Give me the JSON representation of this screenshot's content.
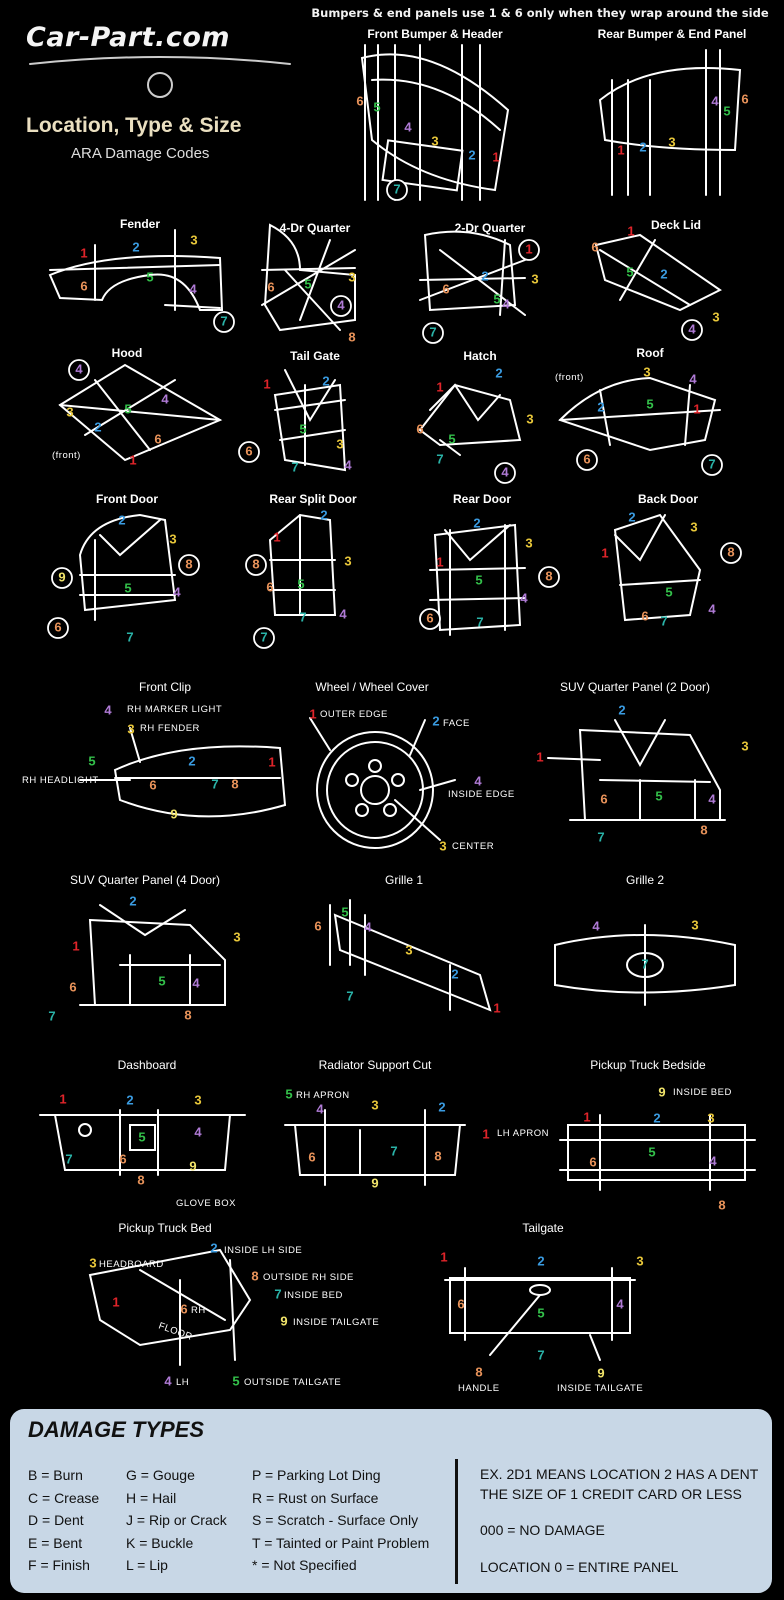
{
  "header": {
    "note": "Bumpers & end panels use 1 & 6 only when they wrap around the side",
    "logo": "Car-Part.com",
    "title": "Location, Type & Size",
    "subtitle": "ARA Damage Codes"
  },
  "colors": {
    "1": "#e0242a",
    "2": "#3a9be0",
    "3": "#e8c73a",
    "4": "#b07bd6",
    "5": "#33c04a",
    "6": "#e9935a",
    "7": "#2ab3a8",
    "8": "#e8935a",
    "9": "#f1e46a"
  },
  "panels": {
    "front_bumper": "Front Bumper & Header",
    "rear_bumper": "Rear Bumper & End Panel",
    "fender": "Fender",
    "quarter4": "4-Dr Quarter",
    "quarter2": "2-Dr Quarter",
    "deck_lid": "Deck Lid",
    "hood": "Hood",
    "tail_gate": "Tail Gate",
    "hatch": "Hatch",
    "roof": "Roof",
    "front_door": "Front Door",
    "rear_split_door": "Rear Split Door",
    "rear_door": "Rear Door",
    "back_door": "Back Door",
    "front_clip": "Front Clip",
    "wheel": "Wheel / Wheel Cover",
    "suv2": "SUV Quarter Panel (2 Door)",
    "suv4": "SUV Quarter Panel (4 Door)",
    "grille1": "Grille 1",
    "grille2": "Grille 2",
    "dashboard": "Dashboard",
    "radiator": "Radiator Support Cut",
    "bedside": "Pickup Truck Bedside",
    "truck_bed": "Pickup Truck Bed",
    "tailgate": "Tailgate"
  },
  "annotations": {
    "front": "(front)",
    "rh_marker_light": "RH MARKER LIGHT",
    "rh_fender": "RH FENDER",
    "rh_headlight": "RH HEADLIGHT",
    "outer_edge": "OUTER EDGE",
    "face": "FACE",
    "inside_edge": "INSIDE EDGE",
    "center": "CENTER",
    "glove_box": "GLOVE BOX",
    "rh_apron": "RH APRON",
    "lh_apron": "LH APRON",
    "inside_bed": "INSIDE BED",
    "inside_lh_side": "INSIDE LH SIDE",
    "headboard": "HEADBOARD",
    "outside_rh_side": "OUTSIDE RH SIDE",
    "inside_bed_truck": "INSIDE BED",
    "inside_tailgate": "INSIDE TAILGATE",
    "outside_tailgate": "OUTSIDE TAILGATE",
    "rh": "RH",
    "lh": "LH",
    "floor": "FLOOR",
    "handle": "HANDLE",
    "inside_tailgate2": "INSIDE TAILGATE"
  },
  "legend": {
    "title": "DAMAGE TYPES",
    "col1": [
      "B = Burn",
      "C = Crease",
      "D = Dent",
      "E = Bent",
      "F = Finish"
    ],
    "col2": [
      "G = Gouge",
      "H = Hail",
      "J = Rip or Crack",
      "K = Buckle",
      "L = Lip"
    ],
    "col3": [
      "P = Parking Lot Ding",
      "R = Rust on Surface",
      "S = Scratch - Surface Only",
      "T = Tainted or Paint Problem",
      "* = Not Specified"
    ],
    "example": "EX. 2D1 MEANS LOCATION 2 HAS A DENT THE SIZE OF 1 CREDIT CARD OR LESS",
    "no_damage": "000 = NO DAMAGE",
    "entire_panel": "LOCATION 0 = ENTIRE PANEL"
  }
}
